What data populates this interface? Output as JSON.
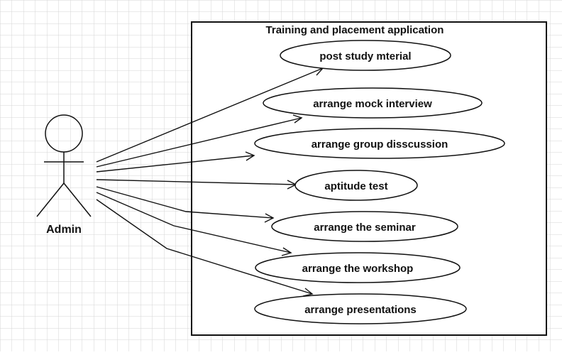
{
  "system": {
    "title": "Training and placement application"
  },
  "actor": {
    "name": "Admin"
  },
  "use_cases": [
    {
      "label": "post study mterial"
    },
    {
      "label": "arrange mock interview"
    },
    {
      "label": "arrange group disscussion"
    },
    {
      "label": "aptitude test"
    },
    {
      "label": "arrange the seminar"
    },
    {
      "label": "arrange the workshop"
    },
    {
      "label": "arrange presentations"
    }
  ],
  "colors": {
    "grid": "#d6d6d6",
    "stroke": "#111111",
    "background": "#ffffff"
  }
}
